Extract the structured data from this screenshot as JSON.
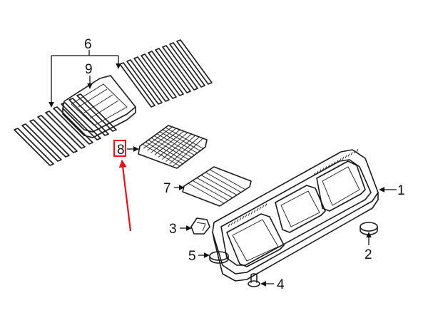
{
  "diagram": {
    "callouts": {
      "c1": "1",
      "c2": "2",
      "c3": "3",
      "c4": "4",
      "c5": "5",
      "c6": "6",
      "c7": "7",
      "c8": "8",
      "c9": "9"
    },
    "highlight": {
      "color": "#e8101a",
      "target_callout": "8"
    },
    "parts": {
      "1": "overhead console housing",
      "2": "round plug",
      "3": "clip",
      "4": "push-pin fastener",
      "5": "round pad",
      "6": "louvered grille strips (pair)",
      "7": "slotted grille panel",
      "8": "mesh grille panel",
      "9": "grille frame bezel"
    }
  }
}
